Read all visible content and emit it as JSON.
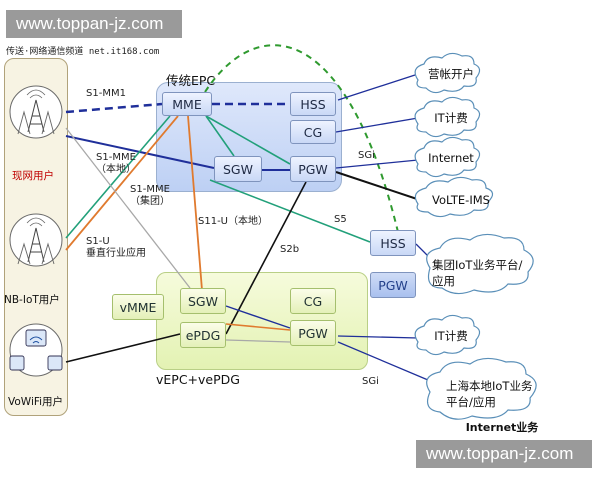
{
  "watermark": {
    "top": "www.toppan-jz.com",
    "bottom": "www.toppan-jz.com"
  },
  "source_caption": "传送·网络通信频道 net.it168.com",
  "regions": {
    "epc_title": "传统EPC",
    "vepc_title": "vEPC+vePDG",
    "users_title": ""
  },
  "nodes": {
    "mme": "MME",
    "hss_top": "HSS",
    "cg_top": "CG",
    "sgw_top": "SGW",
    "pgw_top": "PGW",
    "hss_mid": "HSS",
    "pgw_mid": "PGW",
    "vmme": "vMME",
    "sgw_v": "SGW",
    "cg_v": "CG",
    "epdg": "ePDG",
    "pgw_v": "PGW"
  },
  "users": {
    "legacy": "现网用户",
    "nbiot": "NB-IoT用户",
    "vowifi": "VoWiFi用户"
  },
  "links": {
    "s1mm1": "S1-MM1",
    "s1mme_local": "S1-MME\n（本地）",
    "s1mme_group": "S1-MME\n（集团）",
    "s1u": "S1-U\n垂直行业应用",
    "s11u": "S11-U（本地）",
    "s5": "S5",
    "s2b": "S2b",
    "sgi_top": "SGi",
    "sgi_bottom": "SGi"
  },
  "clouds": {
    "account": "营帐开户",
    "it_billing_top": "IT计费",
    "internet": "Internet",
    "volte": "VoLTE-IMS",
    "group_iot": "集团IoT业务平台/\n应用",
    "it_billing_bottom": "IT计费",
    "shanghai_iot": "上海本地IoT业务\n平台/应用",
    "internet_business": "Internet业务"
  },
  "colors": {
    "blue_line": "#1f2f9a",
    "green_line": "#22a07a",
    "orange_line": "#e07a2e",
    "gray_line": "#a8a8a8",
    "dash_green": "#2f9a2f",
    "user_red": "#c00000"
  }
}
